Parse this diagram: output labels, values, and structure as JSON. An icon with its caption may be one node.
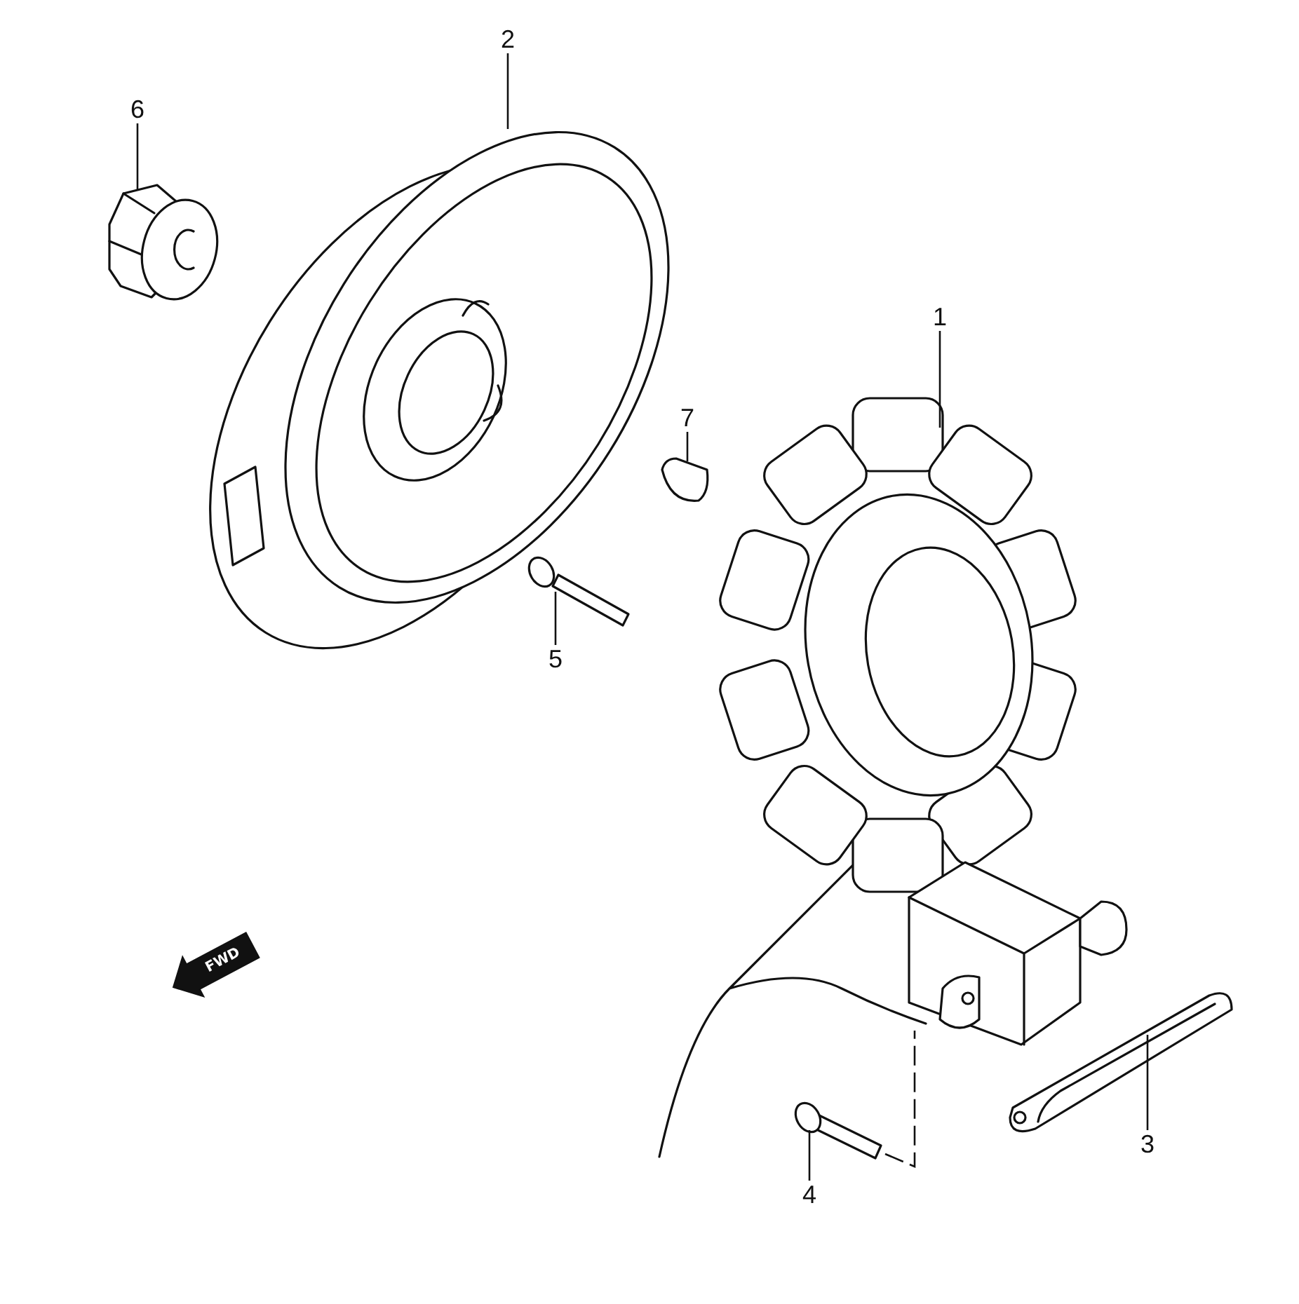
{
  "diagram": {
    "nodes": [
      {
        "text": [
          "2"
        ]
      },
      {
        "text": [
          "6"
        ]
      },
      {
        "text": [
          "1"
        ]
      },
      {
        "text": [
          "7"
        ]
      },
      {
        "text": [
          "5"
        ]
      },
      {
        "text": [
          "4"
        ]
      },
      {
        "text": [
          "3"
        ]
      },
      {
        "text": [],
        "shape": "picture"
      },
      {
        "text": [],
        "shape": "picture"
      },
      {
        "text": [],
        "shape": "picture"
      },
      {
        "text": [],
        "shape": "picture"
      },
      {
        "text": [],
        "shape": "picture"
      },
      {
        "text": [],
        "shape": "picture"
      },
      {
        "text": [],
        "shape": "picture"
      },
      {
        "text": [],
        "shape": "picture"
      }
    ],
    "edges": [
      {
        "from": 0,
        "to": 7,
        "arrow": "none"
      },
      {
        "from": 1,
        "to": 8,
        "arrow": "none"
      },
      {
        "from": 2,
        "to": 9,
        "arrow": "none"
      },
      {
        "from": 3,
        "to": 10,
        "arrow": "none"
      },
      {
        "from": 4,
        "to": 11,
        "arrow": "none"
      },
      {
        "from": 5,
        "to": 12,
        "arrow": "none"
      },
      {
        "from": 6,
        "to": 13,
        "arrow": "none"
      },
      {
        "from": 12,
        "to": 14,
        "arrow": "none",
        "style": "dashed"
      }
    ],
    "labels": [
      "FWD"
    ]
  }
}
